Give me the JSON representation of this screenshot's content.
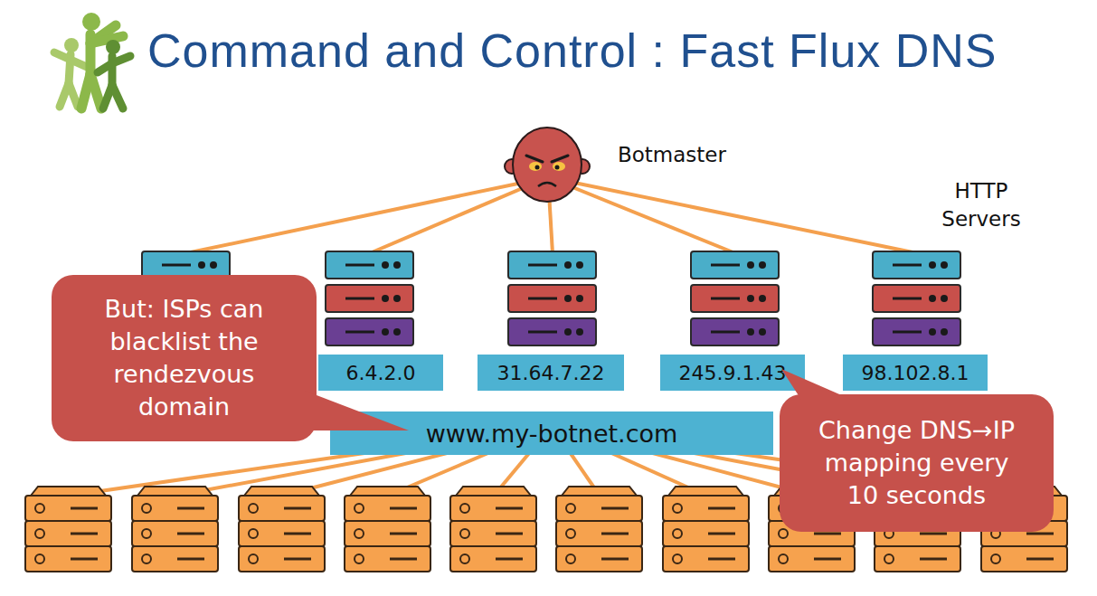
{
  "diagram": {
    "title": "Command and Control : Fast Flux DNS",
    "nodes": [
      {
        "text": [
          "Botmaster"
        ]
      },
      {
        "text": [
          "6.4.2.0"
        ]
      },
      {
        "text": [
          "31.64.7.22"
        ]
      },
      {
        "text": [
          "245.9.1.43"
        ]
      },
      {
        "text": [
          "98.102.8.1"
        ]
      },
      {
        "text": [
          "But: ISPs can blacklist the rendezvous domain"
        ]
      },
      {
        "text": [
          "www.my-botnet.com"
        ]
      },
      {
        "text": [
          "Change DNS→IP mapping every 10 seconds"
        ]
      }
    ],
    "labels": [
      "HTTP Servers"
    ]
  }
}
